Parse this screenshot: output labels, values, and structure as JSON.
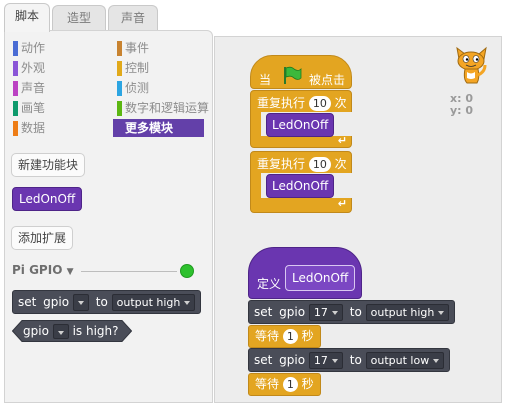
{
  "tabs": [
    {
      "label": "脚本"
    },
    {
      "label": "造型"
    },
    {
      "label": "声音"
    }
  ],
  "categories": [
    {
      "label": "动作",
      "color": "#4a6cd4"
    },
    {
      "label": "事件",
      "color": "#c88330"
    },
    {
      "label": "外观",
      "color": "#8a55d7"
    },
    {
      "label": "控制",
      "color": "#e1a91a"
    },
    {
      "label": "声音",
      "color": "#bb42c3"
    },
    {
      "label": "侦测",
      "color": "#2ca5e2"
    },
    {
      "label": "画笔",
      "color": "#0e9a6c"
    },
    {
      "label": "数字和逻辑运算",
      "color": "#5cb712"
    },
    {
      "label": "数据",
      "color": "#ee7d16"
    },
    {
      "label": "更多模块",
      "color": "#6340a9"
    }
  ],
  "palette": {
    "new_block_label": "新建功能块",
    "custom_block_label": "LedOnOff",
    "add_extension_label": "添加扩展",
    "extension": {
      "name": "Pi GPIO",
      "set_block": {
        "prefix": "set",
        "pin_label": "gpio",
        "to_label": "to",
        "value": "output high"
      },
      "sensor_block": {
        "pin_label": "gpio",
        "suffix": "is high?"
      }
    }
  },
  "scripts": {
    "hat": {
      "label_left": "当",
      "label_right": "被点击"
    },
    "repeat1": {
      "label": "重复执行",
      "count": "10",
      "unit": "次",
      "inner": "LedOnOff"
    },
    "repeat2": {
      "label": "重复执行",
      "count": "10",
      "unit": "次",
      "inner": "LedOnOff"
    },
    "define": {
      "label": "定义",
      "name": "LedOnOff"
    },
    "set1": {
      "prefix": "set",
      "pin_label": "gpio",
      "pin": "17",
      "to_label": "to",
      "value": "output high"
    },
    "wait1": {
      "label": "等待",
      "seconds": "1",
      "unit": "秒"
    },
    "set2": {
      "prefix": "set",
      "pin_label": "gpio",
      "pin": "17",
      "to_label": "to",
      "value": "output low"
    },
    "wait2": {
      "label": "等待",
      "seconds": "1",
      "unit": "秒"
    }
  },
  "sprite": {
    "x_label": "x: 0",
    "y_label": "y: 0"
  }
}
